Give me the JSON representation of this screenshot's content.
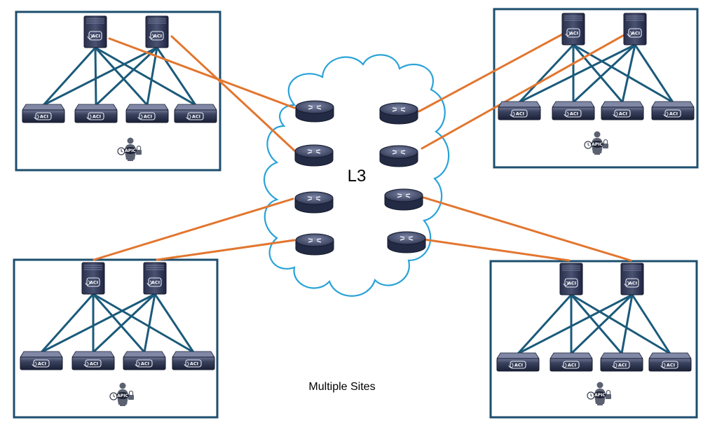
{
  "diagram": {
    "cloud_label": "L3",
    "caption": "Multiple Sites",
    "device_labels": {
      "aci": "ACI",
      "apic": "APIC"
    }
  },
  "colors": {
    "site_border": "#1d4e6e",
    "fabric_link": "#1b5a7a",
    "wan_link": "#e2762f",
    "cloud_outline": "#29a3d8",
    "device_dark": "#232a44",
    "device_mid": "#3a425e",
    "device_light": "#6f7897"
  },
  "icons": {
    "spine": "spine-switch-icon",
    "leaf": "leaf-switch-icon",
    "router": "router-icon",
    "controller": "apic-controller-icon"
  }
}
